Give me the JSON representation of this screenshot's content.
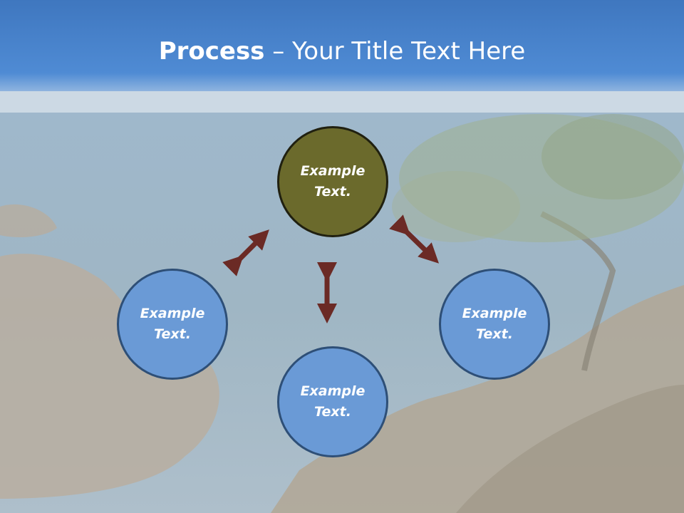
{
  "title": {
    "bold": "Process",
    "rest": " – Your Title Text Here"
  },
  "colors": {
    "title_band": "#4a86cc",
    "arrow": "#6b2a25",
    "center_node": "#6b6a2c",
    "outer_node": "#6a9ad6",
    "node_border": "#2e4f77"
  },
  "nodes": {
    "top": "Example\nText.",
    "left": "Example\nText.",
    "bottom": "Example\nText.",
    "right": "Example\nText."
  }
}
